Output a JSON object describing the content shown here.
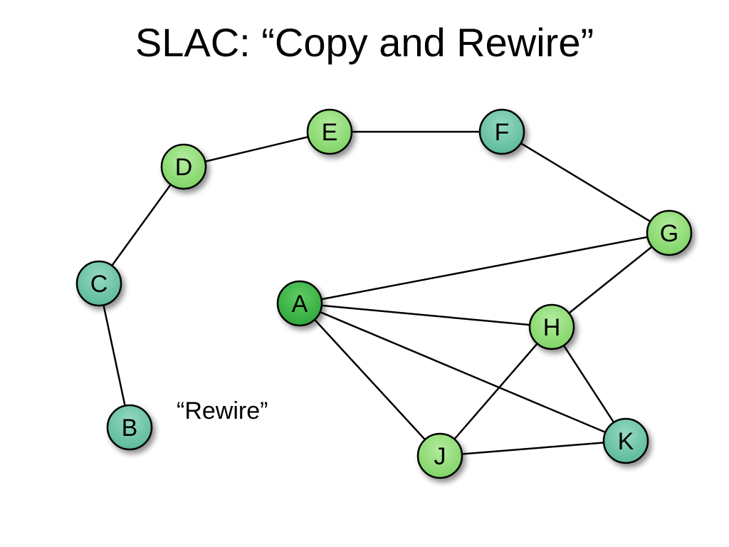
{
  "slide": {
    "title": "SLAC: “Copy and Rewire”",
    "caption": "“Rewire”"
  },
  "colors": {
    "light_green": "#8fdc78",
    "dark_green": "#3db84a",
    "teal": "#6bc3a6",
    "edge": "#000000"
  },
  "graph": {
    "nodes": [
      {
        "id": "A",
        "label": "A",
        "color": "dark_green"
      },
      {
        "id": "B",
        "label": "B",
        "color": "teal"
      },
      {
        "id": "C",
        "label": "C",
        "color": "teal"
      },
      {
        "id": "D",
        "label": "D",
        "color": "light_green"
      },
      {
        "id": "E",
        "label": "E",
        "color": "light_green"
      },
      {
        "id": "F",
        "label": "F",
        "color": "teal"
      },
      {
        "id": "G",
        "label": "G",
        "color": "light_green"
      },
      {
        "id": "H",
        "label": "H",
        "color": "light_green"
      },
      {
        "id": "J",
        "label": "J",
        "color": "light_green"
      },
      {
        "id": "K",
        "label": "K",
        "color": "teal"
      }
    ],
    "edges": [
      [
        "B",
        "C"
      ],
      [
        "C",
        "D"
      ],
      [
        "D",
        "E"
      ],
      [
        "E",
        "F"
      ],
      [
        "F",
        "G"
      ],
      [
        "G",
        "A"
      ],
      [
        "G",
        "H"
      ],
      [
        "A",
        "H"
      ],
      [
        "A",
        "K"
      ],
      [
        "A",
        "J"
      ],
      [
        "H",
        "J"
      ],
      [
        "H",
        "K"
      ],
      [
        "J",
        "K"
      ]
    ]
  }
}
